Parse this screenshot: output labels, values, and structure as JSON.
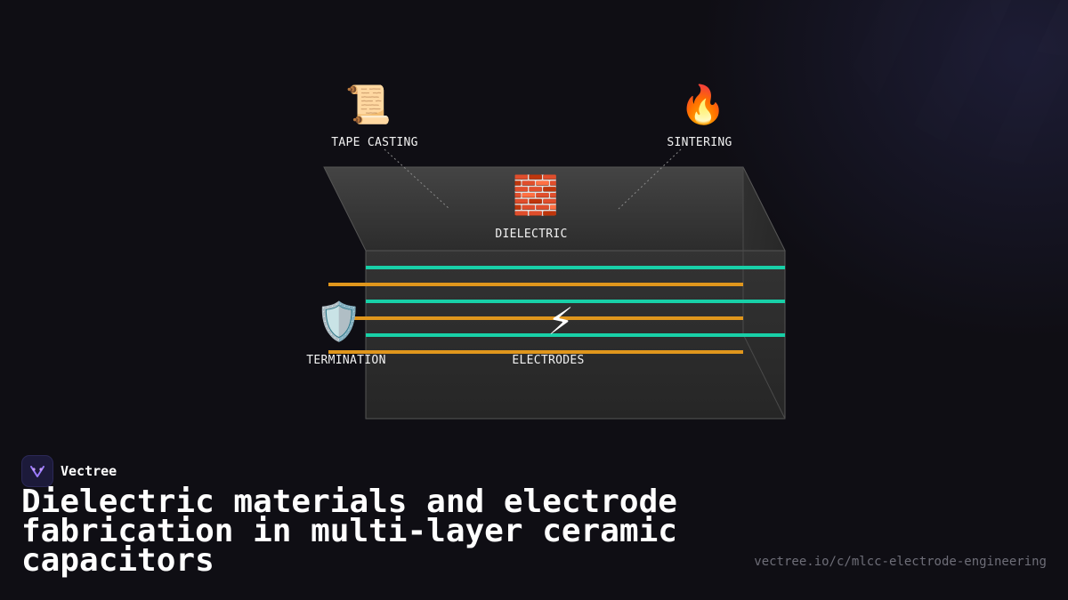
{
  "brand": {
    "name": "Vectree"
  },
  "title": "Dielectric materials and electrode fabrication in multi-layer ceramic capacitors",
  "url": "vectree.io/c/mlcc-electrode-engineering",
  "nodes": [
    {
      "id": "tape-casting",
      "label": "TAPE CASTING",
      "icon": "scroll-icon",
      "glyph": "📜"
    },
    {
      "id": "sintering",
      "label": "SINTERING",
      "icon": "fire-icon",
      "glyph": "🔥"
    },
    {
      "id": "dielectric",
      "label": "DIELECTRIC",
      "icon": "brick-icon",
      "glyph": "🧱"
    },
    {
      "id": "termination",
      "label": "TERMINATION",
      "icon": "shield-icon",
      "glyph": "🛡️"
    },
    {
      "id": "electrodes",
      "label": "ELECTRODES",
      "icon": "lightning-icon",
      "glyph": "⚡"
    }
  ],
  "colors": {
    "electrode_a": "#18d0a8",
    "electrode_b": "#e0961c",
    "block_face": "#2e2e2e",
    "block_top": "#3a3a3a",
    "block_side": "#282828",
    "accent": "#8a6cff"
  }
}
